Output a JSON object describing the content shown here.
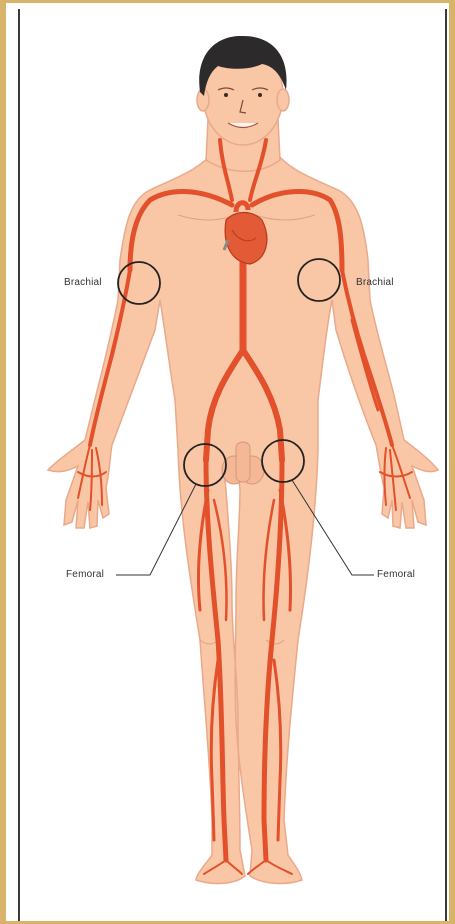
{
  "labels": {
    "brachial_left": "Brachial",
    "brachial_right": "Brachial",
    "femoral_left": "Femoral",
    "femoral_right": "Femoral"
  },
  "colors": {
    "skin": "#f9c7a6",
    "skin_edge": "#e9a98a",
    "artery": "#e3502c",
    "hair": "#2c2a2a",
    "heart": "#e25a36",
    "circle": "#222222"
  }
}
